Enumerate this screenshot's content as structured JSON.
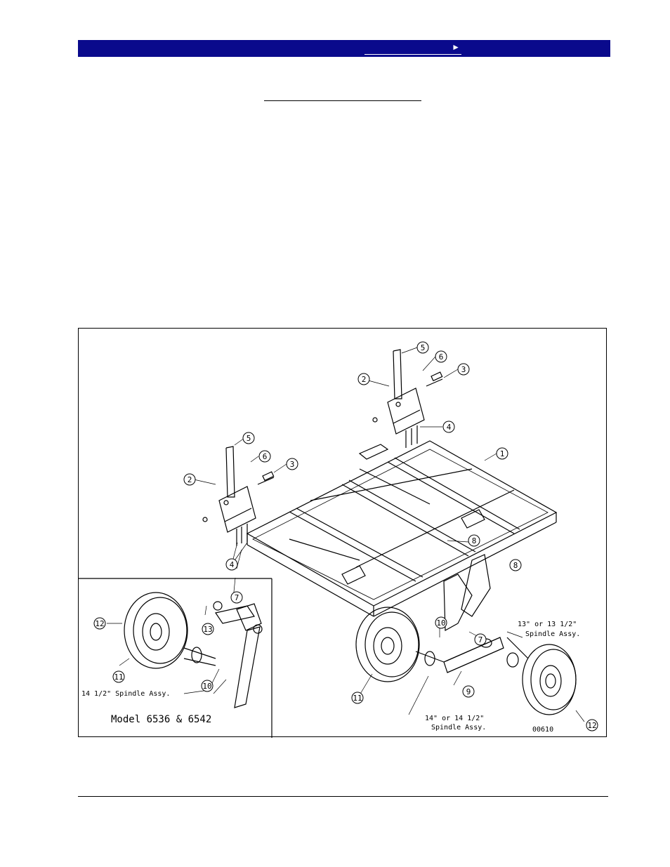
{
  "header": {
    "arrow": "►",
    "accent_color": "#0a0a8c"
  },
  "figure": {
    "inset_label": "Model 6536 & 6542",
    "inset_spindle": "14 1/2\" Spindle Assy.",
    "spindle_13": [
      "13\" or 13 1/2\"",
      "Spindle Assy."
    ],
    "spindle_14": [
      "14\" or 14 1/2\"",
      "Spindle Assy."
    ],
    "drawing_number": "00610",
    "callouts": [
      "1",
      "2",
      "3",
      "4",
      "5",
      "6",
      "7",
      "8",
      "9",
      "10",
      "11",
      "12",
      "13"
    ]
  }
}
